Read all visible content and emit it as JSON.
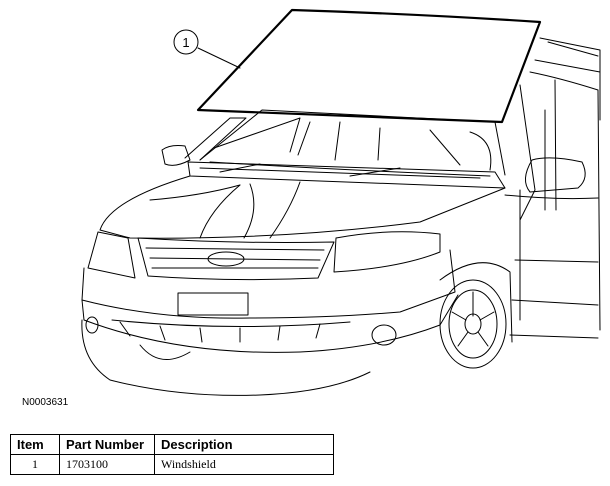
{
  "diagram": {
    "callout_number": "1",
    "figure_id": "N0003631"
  },
  "parts_table": {
    "headers": [
      "Item",
      "Part Number",
      "Description"
    ],
    "rows": [
      {
        "item": "1",
        "part_number": "1703100",
        "description": "Windshield"
      }
    ]
  }
}
